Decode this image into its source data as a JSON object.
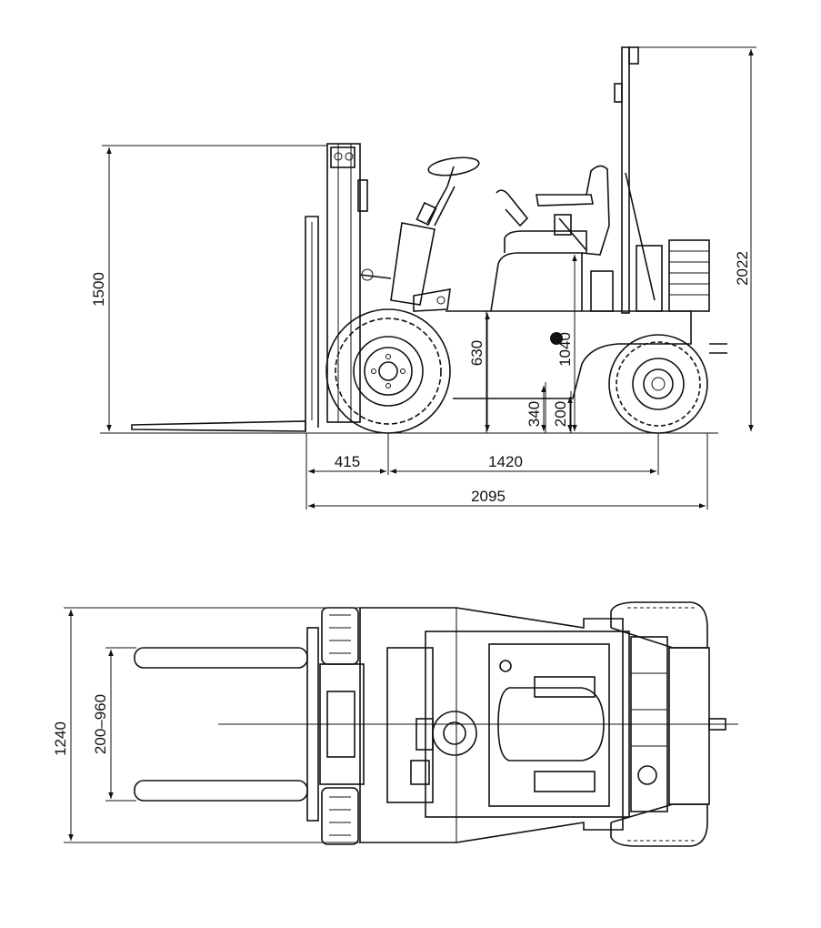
{
  "side_view": {
    "dimensions": {
      "lift_height": "1500",
      "overall_height": "2022",
      "seat_height": "1040",
      "frame_height": "630",
      "step_height": "340",
      "ground_clearance": "200",
      "front_overhang": "415",
      "wheelbase": "1420",
      "overall_length": "2095"
    }
  },
  "top_view": {
    "dimensions": {
      "overall_width": "1240",
      "fork_spread": "200–960"
    }
  },
  "colors": {
    "line": "#111111",
    "background": "#ffffff"
  }
}
